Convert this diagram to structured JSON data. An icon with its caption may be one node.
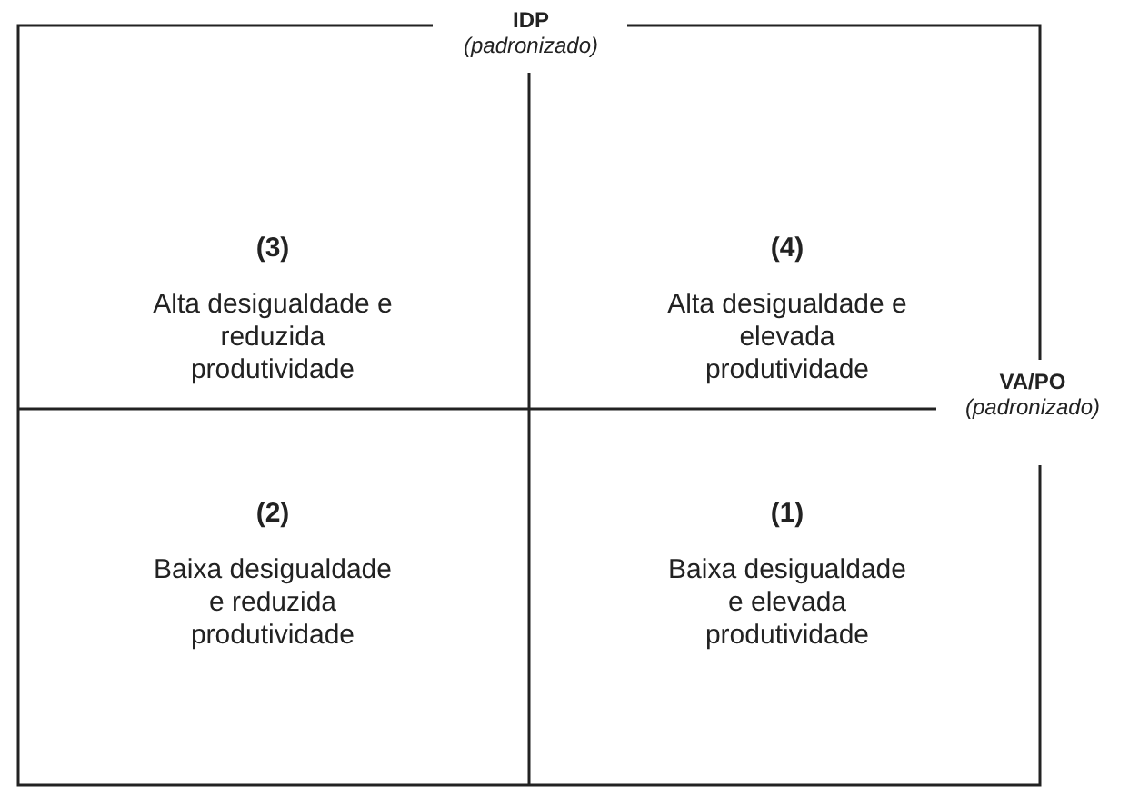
{
  "diagram": {
    "nodes": [
      {
        "text": [
          "(3)",
          "Alta desigualdade e reduzida produtividade"
        ]
      },
      {
        "text": [
          "(4)",
          "Alta desigualdade e elevada produtividade"
        ]
      },
      {
        "text": [
          "(2)",
          "Baixa desigualdade e reduzida produtividade"
        ]
      },
      {
        "text": [
          "(1)",
          "Baixa desigualdade e elevada produtividade"
        ]
      }
    ],
    "edges": [],
    "labels": [
      "IDP",
      "(padronizado)",
      "VA/PO",
      "(padronizado)"
    ]
  }
}
